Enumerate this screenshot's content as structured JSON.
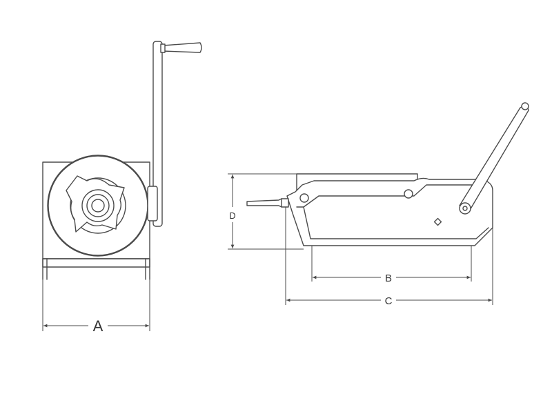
{
  "labels": {
    "a": "A",
    "b": "B",
    "c": "C",
    "d": "D"
  },
  "colors": {
    "line": "#4a4a4a",
    "text": "#333333",
    "background": "#ffffff"
  }
}
